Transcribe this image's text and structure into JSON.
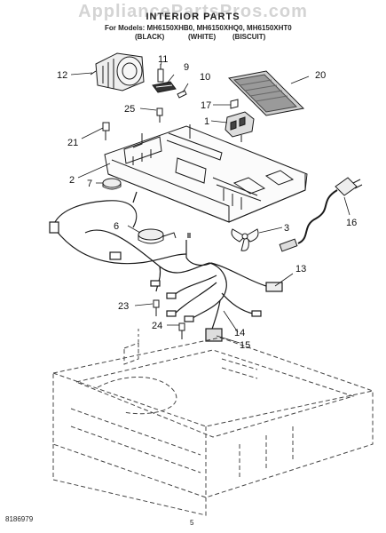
{
  "header": {
    "watermark": "AppliancePartsPros.com",
    "title": "INTERIOR PARTS",
    "models": "For Models: MH6150XHB0, MH6150XHQ0, MH6150XHT0",
    "color_black": "(BLACK)",
    "color_white": "(WHITE)",
    "color_biscuit": "(BISCUIT)"
  },
  "callouts": [
    "12",
    "11",
    "9",
    "10",
    "20",
    "25",
    "17",
    "1",
    "21",
    "2",
    "7",
    "16",
    "6",
    "3",
    "13",
    "23",
    "24",
    "14",
    "15"
  ],
  "footer": {
    "doc_number": "8186979",
    "page_number": "5"
  }
}
